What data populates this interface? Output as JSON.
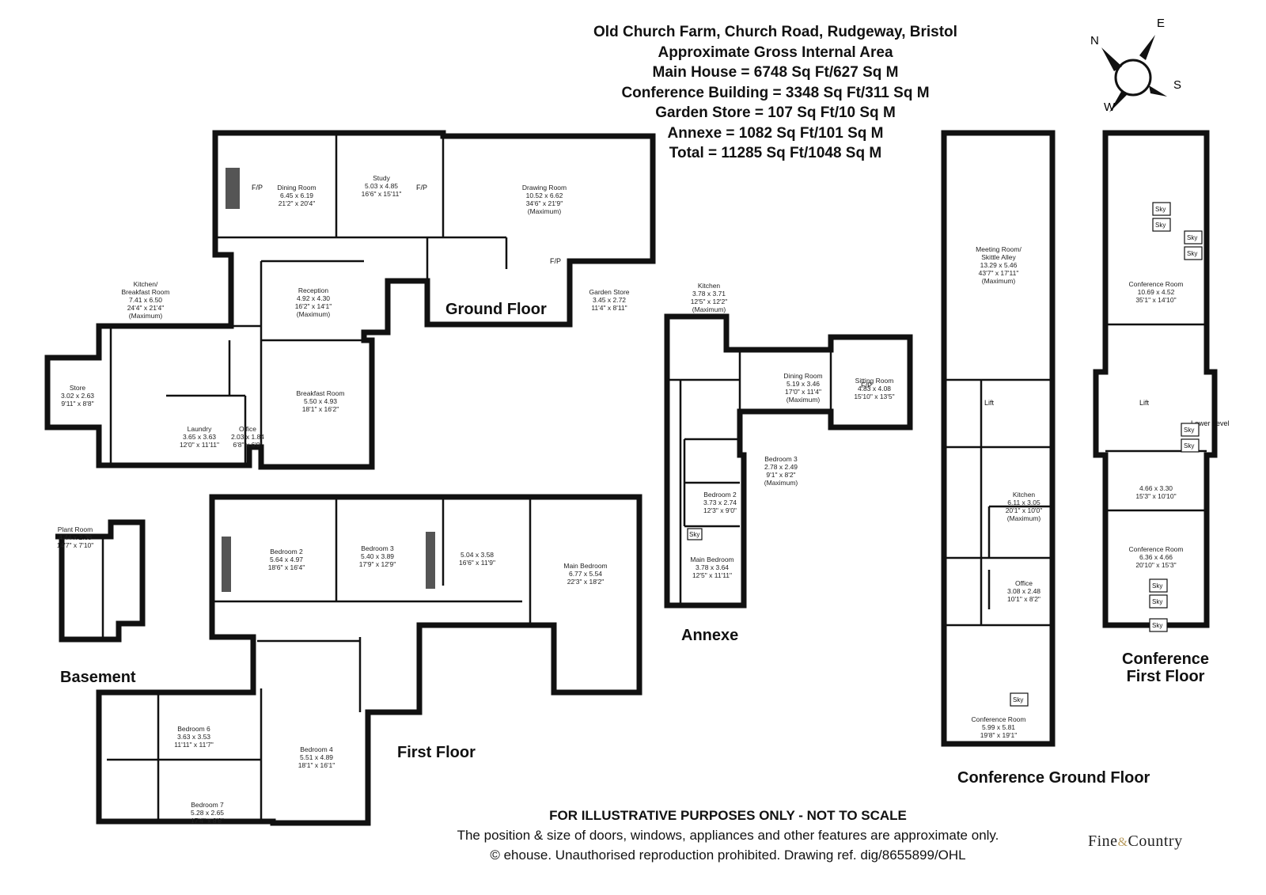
{
  "header": {
    "lines": [
      "Old Church Farm, Church Road, Rudgeway, Bristol",
      "Approximate Gross Internal Area",
      "Main House = 6748 Sq Ft/627 Sq M",
      "Conference Building = 3348 Sq Ft/311 Sq M",
      "Garden Store = 107 Sq Ft/10 Sq M",
      "Annexe = 1082 Sq Ft/101 Sq M",
      "Total = 11285 Sq Ft/1048 Sq M"
    ]
  },
  "compass": {
    "n": "N",
    "e": "E",
    "s": "S",
    "w": "W"
  },
  "floor_labels": {
    "ground": "Ground Floor",
    "first": "First Floor",
    "basement": "Basement",
    "annexe": "Annexe",
    "conf_ground": "Conference Ground Floor",
    "conf_first_1": "Conference",
    "conf_first_2": "First Floor"
  },
  "symbols": {
    "fp": "F/P",
    "sky": "Sky",
    "lift": "Lift",
    "lower_level": "Lower Level"
  },
  "rooms": {
    "dining": [
      "Dining Room",
      "6.45 x 6.19",
      "21'2\" x 20'4\""
    ],
    "study": [
      "Study",
      "5.03 x 4.85",
      "16'6\" x 15'11\""
    ],
    "drawing": [
      "Drawing Room",
      "10.52 x 6.62",
      "34'6\" x 21'9\"",
      "(Maximum)"
    ],
    "kitchen": [
      "Kitchen/",
      "Breakfast Room",
      "7.41 x 6.50",
      "24'4\" x 21'4\"",
      "(Maximum)"
    ],
    "reception": [
      "Reception",
      "4.92 x 4.30",
      "16'2\" x 14'1\"",
      "(Maximum)"
    ],
    "garden_store": [
      "Garden Store",
      "3.45 x 2.72",
      "11'4\" x 8'11\""
    ],
    "store": [
      "Store",
      "3.02 x 2.63",
      "9'11\" x 8'8\""
    ],
    "breakfast": [
      "Breakfast Room",
      "5.50 x 4.93",
      "18'1\" x 16'2\""
    ],
    "laundry": [
      "Laundry",
      "3.65 x 3.63",
      "12'0\" x 11'11\""
    ],
    "office": [
      "Office",
      "2.03 x 1.84",
      "6'8\" x 6'0\""
    ],
    "plant": [
      "Plant Room",
      "4.44 x 2.39",
      "14'7\" x 7'10\""
    ],
    "bed2": [
      "Bedroom 2",
      "5.64 x 4.97",
      "18'6\" x 16'4\""
    ],
    "bed3": [
      "Bedroom 3",
      "5.40 x 3.89",
      "17'9\" x 12'9\""
    ],
    "ff_room": [
      "5.04 x 3.58",
      "16'6\" x 11'9\""
    ],
    "main_bed": [
      "Main Bedroom",
      "6.77 x 5.54",
      "22'3\" x 18'2\""
    ],
    "bed6": [
      "Bedroom 6",
      "3.63 x 3.53",
      "11'11\" x 11'7\""
    ],
    "bed7": [
      "Bedroom 7",
      "5.28 x 2.65",
      "17'4\" x 8'8\""
    ],
    "bed4": [
      "Bedroom 4",
      "5.51 x 4.89",
      "18'1\" x 16'1\""
    ],
    "a_kitchen": [
      "Kitchen",
      "3.78 x 3.71",
      "12'5\" x 12'2\"",
      "(Maximum)"
    ],
    "a_dining": [
      "Dining Room",
      "5.19 x 3.46",
      "17'0\" x 11'4\"",
      "(Maximum)"
    ],
    "a_sitting": [
      "Sitting Room",
      "4.83 x 4.08",
      "15'10\" x 13'5\""
    ],
    "a_bed3": [
      "Bedroom 3",
      "2.78 x 2.49",
      "9'1\" x 8'2\"",
      "(Maximum)"
    ],
    "a_bed2": [
      "Bedroom 2",
      "3.73 x 2.74",
      "12'3\" x 9'0\""
    ],
    "a_main": [
      "Main Bedroom",
      "3.78 x 3.64",
      "12'5\" x 11'11\""
    ],
    "meeting": [
      "Meeting Room/",
      "Skittle Alley",
      "13.29 x 5.46",
      "43'7\" x 17'11\"",
      "(Maximum)"
    ],
    "c_kitchen": [
      "Kitchen",
      "6.11 x 3.05",
      "20'1\" x 10'0\"",
      "(Maximum)"
    ],
    "c_office": [
      "Office",
      "3.08 x 2.48",
      "10'1\" x 8'2\""
    ],
    "c_conf_g": [
      "Conference Room",
      "5.99 x 5.81",
      "19'8\" x 19'1\""
    ],
    "c_conf_f1": [
      "Conference Room",
      "10.69 x 4.52",
      "35'1\" x 14'10\""
    ],
    "c_room_f": [
      "4.66 x 3.30",
      "15'3\" x 10'10\""
    ],
    "c_conf_f2": [
      "Conference Room",
      "6.36 x 4.66",
      "20'10\" x 15'3\""
    ]
  },
  "footer": {
    "line1": "FOR ILLUSTRATIVE PURPOSES ONLY - NOT TO SCALE",
    "line2": "The position & size of doors, windows, appliances and other features are approximate only.",
    "line3": "© ehouse. Unauthorised reproduction prohibited. Drawing ref. dig/8655899/OHL"
  },
  "brand": {
    "part1": "Fine",
    "amp": "&",
    "part2": "Country"
  }
}
